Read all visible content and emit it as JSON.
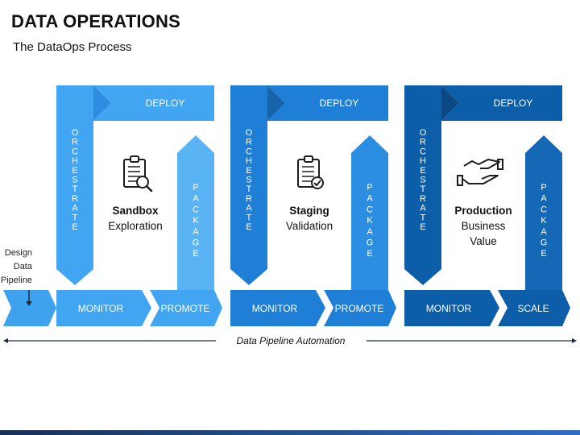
{
  "title": "DATA OPERATIONS",
  "subtitle": "The DataOps Process",
  "left_label": [
    "Design",
    "Data",
    "Pipeline"
  ],
  "stages": [
    {
      "deploy": "DEPLOY",
      "orchestrate": "ORCHESTRATE",
      "package": "PACKAGE",
      "title": "Sandbox",
      "subtitle": [
        "Exploration"
      ],
      "icon": "clipboard-search-icon",
      "bottom_left": "MONITOR",
      "bottom_right": "PROMOTE",
      "colors": {
        "main": "#42a5f1",
        "dark": "#2f8de0",
        "light": "#5ab4f4"
      }
    },
    {
      "deploy": "DEPLOY",
      "orchestrate": "ORCHESTRATE",
      "package": "PACKAGE",
      "title": "Staging",
      "subtitle": [
        "Validation"
      ],
      "icon": "clipboard-check-icon",
      "bottom_left": "MONITOR",
      "bottom_right": "PROMOTE",
      "colors": {
        "main": "#1f7fd6",
        "dark": "#1763ac",
        "light": "#2b8ee0"
      }
    },
    {
      "deploy": "DEPLOY",
      "orchestrate": "ORCHESTRATE",
      "package": "PACKAGE",
      "title": "Production",
      "subtitle": [
        "Business",
        "Value"
      ],
      "icon": "handshake-icon",
      "bottom_left": "MONITOR",
      "bottom_right": "SCALE",
      "colors": {
        "main": "#0d5ea8",
        "dark": "#0a4886",
        "light": "#1468b6"
      }
    }
  ],
  "automation_label": "Data Pipeline Automation"
}
